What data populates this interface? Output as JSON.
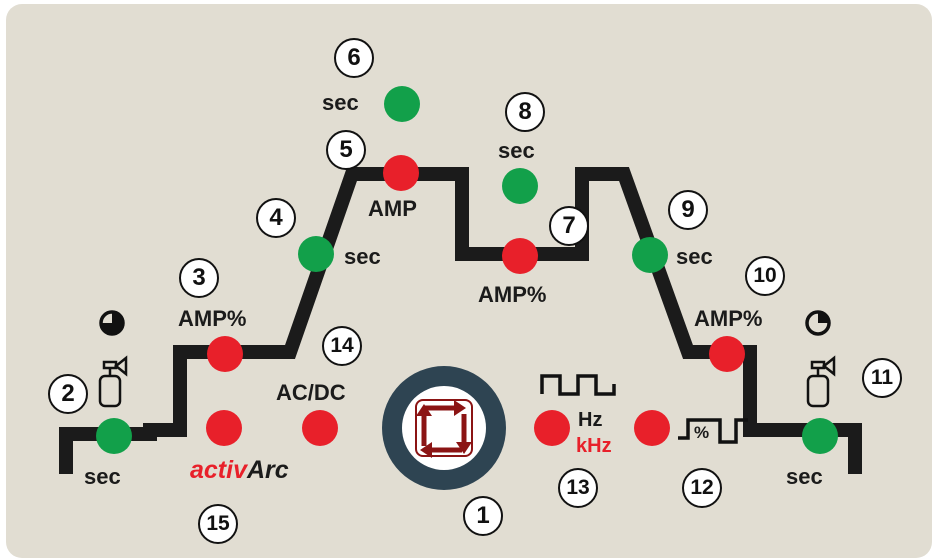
{
  "colors": {
    "panel": "#e1ddd2",
    "line": "#1b1b1b",
    "led_red": "#e8202a",
    "led_green": "#12a04a",
    "knob_ring": "#2e4452",
    "arrow": "#8b1414"
  },
  "labels": {
    "sec_gas_pre": "sec",
    "amp_percent_start": "AMP%",
    "sec_upslope": "sec",
    "sec_spot": "sec",
    "amp_peak": "AMP",
    "sec_pulse": "sec",
    "amp_percent_base": "AMP%",
    "sec_downslope": "sec",
    "amp_percent_end": "AMP%",
    "sec_gas_post": "sec",
    "ac_dc": "AC/DC",
    "hz": "Hz",
    "khz": "kHz",
    "percent": "%"
  },
  "brand": {
    "activ": "activ",
    "arc": "Arc"
  },
  "numbers": [
    "1",
    "2",
    "3",
    "4",
    "5",
    "6",
    "7",
    "8",
    "9",
    "10",
    "11",
    "12",
    "13",
    "14",
    "15"
  ],
  "icons": {
    "gas_pre": "gas-cylinder-icon",
    "timer_pre": "timer-icon",
    "gas_post": "gas-cylinder-icon",
    "timer_post": "timer-icon",
    "pulse": "square-wave-icon",
    "balance": "balance-wave-icon",
    "knob_arrows": "rotate-arrows-icon"
  }
}
